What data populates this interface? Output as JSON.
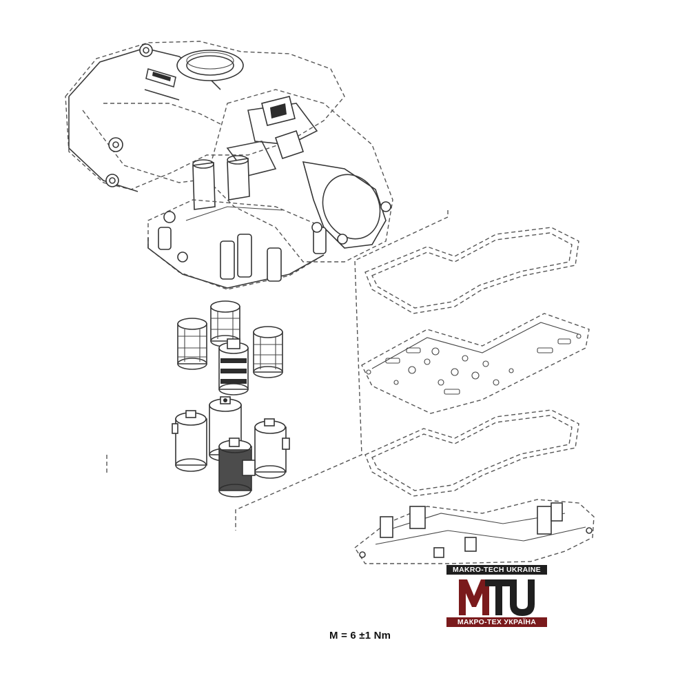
{
  "caption": {
    "torque": "M = 6 ±1 Nm"
  },
  "logo": {
    "top_text": "MAKRO-TECH UKRAINE",
    "mark": "MTU",
    "bottom_text": "МАКРО-ТЕХ УКРАЇНА",
    "colors": {
      "dark": "#1f1f1f",
      "red": "#7a1a1c"
    }
  }
}
